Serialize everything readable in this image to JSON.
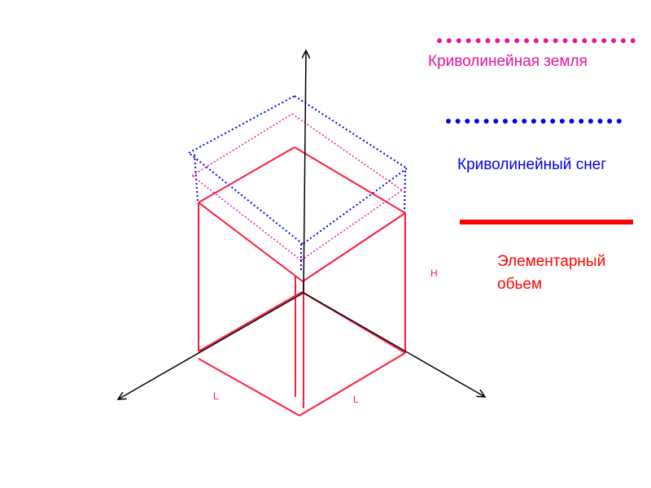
{
  "legend": {
    "ground": {
      "label": "Криволинейная земля",
      "color": "#e6149b"
    },
    "snow": {
      "label": "Криволинейный снег",
      "color": "#0000e6"
    },
    "volume": {
      "label_line1": "Элементарный",
      "label_line2": "обьем",
      "color": "#ff0000"
    }
  },
  "dimensions": {
    "height_label": "H",
    "length_left_label": "L",
    "length_right_label": "L"
  },
  "colors": {
    "axis": "#000000",
    "cube": "#ff1a3c",
    "ground_surface": "#e6149b",
    "snow_surface": "#0000e6"
  }
}
